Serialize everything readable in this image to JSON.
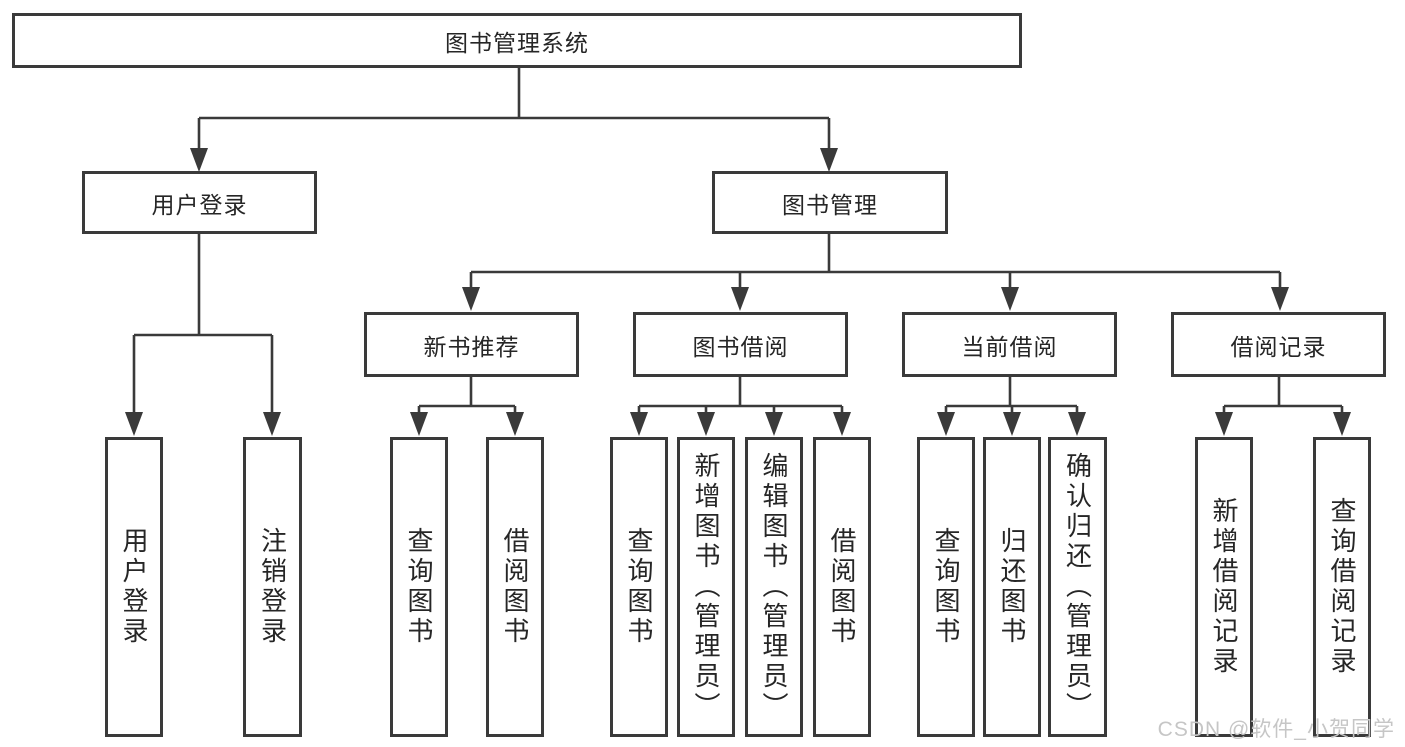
{
  "theme": {
    "line": "#3a3a3a",
    "ink": "#262626",
    "watermark_color": "#c6c6c6",
    "bg": "#ffffff"
  },
  "tree": {
    "root": {
      "label": "图书管理系统"
    },
    "branches": [
      {
        "label": "用户登录",
        "children": [
          {
            "label": "用户登录"
          },
          {
            "label": "注销登录"
          }
        ]
      },
      {
        "label": "图书管理",
        "children": [
          {
            "label": "新书推荐",
            "children": [
              {
                "label": "查询图书"
              },
              {
                "label": "借阅图书"
              }
            ]
          },
          {
            "label": "图书借阅",
            "children": [
              {
                "label": "查询图书"
              },
              {
                "label": "新增图书（管理员）"
              },
              {
                "label": "编辑图书（管理员）"
              },
              {
                "label": "借阅图书"
              }
            ]
          },
          {
            "label": "当前借阅",
            "children": [
              {
                "label": "查询图书"
              },
              {
                "label": "归还图书"
              },
              {
                "label": "确认归还（管理员）"
              }
            ]
          },
          {
            "label": "借阅记录",
            "children": [
              {
                "label": "新增借阅记录"
              },
              {
                "label": "查询借阅记录"
              }
            ]
          }
        ]
      }
    ]
  },
  "watermark": {
    "text": "CSDN @软件_小贺同学"
  }
}
